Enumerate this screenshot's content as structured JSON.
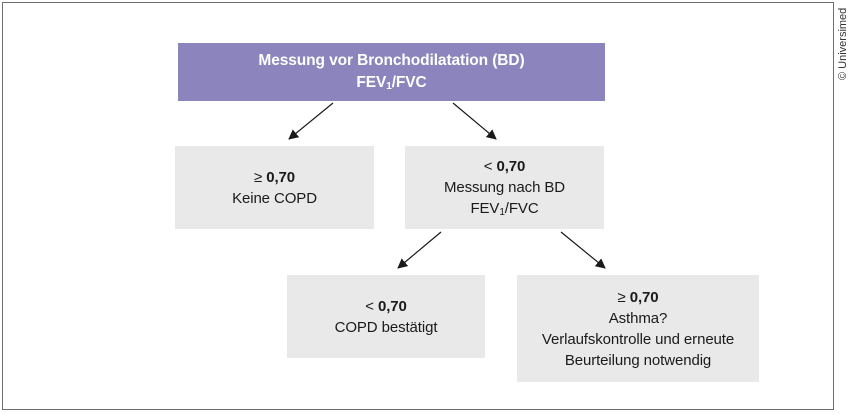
{
  "top": {
    "line1": "Messung vor Bronchodilatation (BD)",
    "fev_prefix": "FEV",
    "fev_sub": "1",
    "fev_suffix": "/FVC"
  },
  "left": {
    "op": "≥",
    "value": "0,70",
    "text": "Keine COPD"
  },
  "middle": {
    "op": "<",
    "value": "0,70",
    "line1": "Messung nach BD",
    "fev_prefix": "FEV",
    "fev_sub": "1",
    "fev_suffix": "/FVC"
  },
  "bottom_left": {
    "op": "<",
    "value": "0,70",
    "text": "COPD bestätigt"
  },
  "bottom_right": {
    "op": "≥",
    "value": "0,70",
    "line1": "Asthma?",
    "line2": "Verlaufskontrolle und erneute",
    "line3": "Beurteilung notwendig"
  },
  "copyright": "© Universimed",
  "colors": {
    "header_fill": "#8b84bd",
    "box_fill": "#e9e9e9",
    "arrow": "#1a1a1a"
  }
}
